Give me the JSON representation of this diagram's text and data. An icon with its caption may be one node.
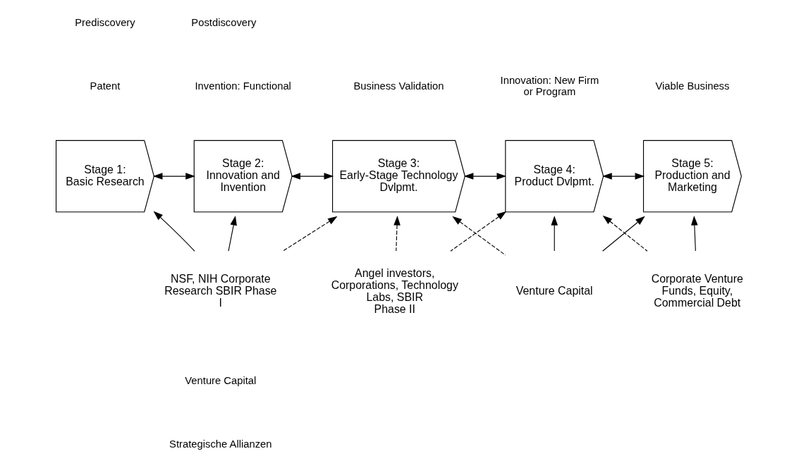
{
  "diagram": {
    "nodes": [
      {
        "text": [
          "Stage 1: Basic Research"
        ]
      },
      {
        "text": [
          "Stage 2: Innovation and Invention"
        ]
      },
      {
        "text": [
          "Stage 3: Early-Stage Technology Dvlpmt."
        ]
      },
      {
        "text": [
          "Stage 4: Product Dvlpmt."
        ]
      },
      {
        "text": [
          "Stage 5: Production and Marketing"
        ]
      },
      {
        "text": [
          "NSF, NIH Corporate Research SBIR Phase I"
        ]
      },
      {
        "text": [
          "Angel investors, Corporations, Technology Labs, SBIR Phase II"
        ]
      },
      {
        "text": [
          "Venture Capital"
        ]
      },
      {
        "text": [
          "Corporate Venture Funds, Equity, Commercial Debt"
        ]
      }
    ],
    "edges": [
      {
        "from": 0,
        "to": 1,
        "arrow": "both"
      },
      {
        "from": 1,
        "to": 2,
        "arrow": "both"
      },
      {
        "from": 2,
        "to": 3,
        "arrow": "both"
      },
      {
        "from": 3,
        "to": 4,
        "arrow": "both"
      },
      {
        "from": 5,
        "to": 0,
        "arrow": "to"
      },
      {
        "from": 5,
        "to": 1,
        "arrow": "to"
      },
      {
        "from": 5,
        "to": 2,
        "arrow": "to",
        "style": "dashed"
      },
      {
        "from": 6,
        "to": 2,
        "arrow": "to",
        "style": "dashed"
      },
      {
        "from": 6,
        "to": 3,
        "arrow": "to",
        "style": "dashed"
      },
      {
        "from": 7,
        "to": 2,
        "arrow": "to",
        "style": "dashed"
      },
      {
        "from": 7,
        "to": 3,
        "arrow": "to"
      },
      {
        "from": 7,
        "to": 4,
        "arrow": "to"
      },
      {
        "from": 8,
        "to": 3,
        "arrow": "to",
        "style": "dashed"
      },
      {
        "from": 8,
        "to": 4,
        "arrow": "to"
      }
    ],
    "labels": [
      "Prediscovery",
      "Postdiscovery",
      "Patent",
      "Invention: Functional",
      "Business Validation",
      "Innovation: New Firm or Program",
      "Viable Business",
      "Venture Capital",
      "Strategische Allianzen"
    ]
  }
}
